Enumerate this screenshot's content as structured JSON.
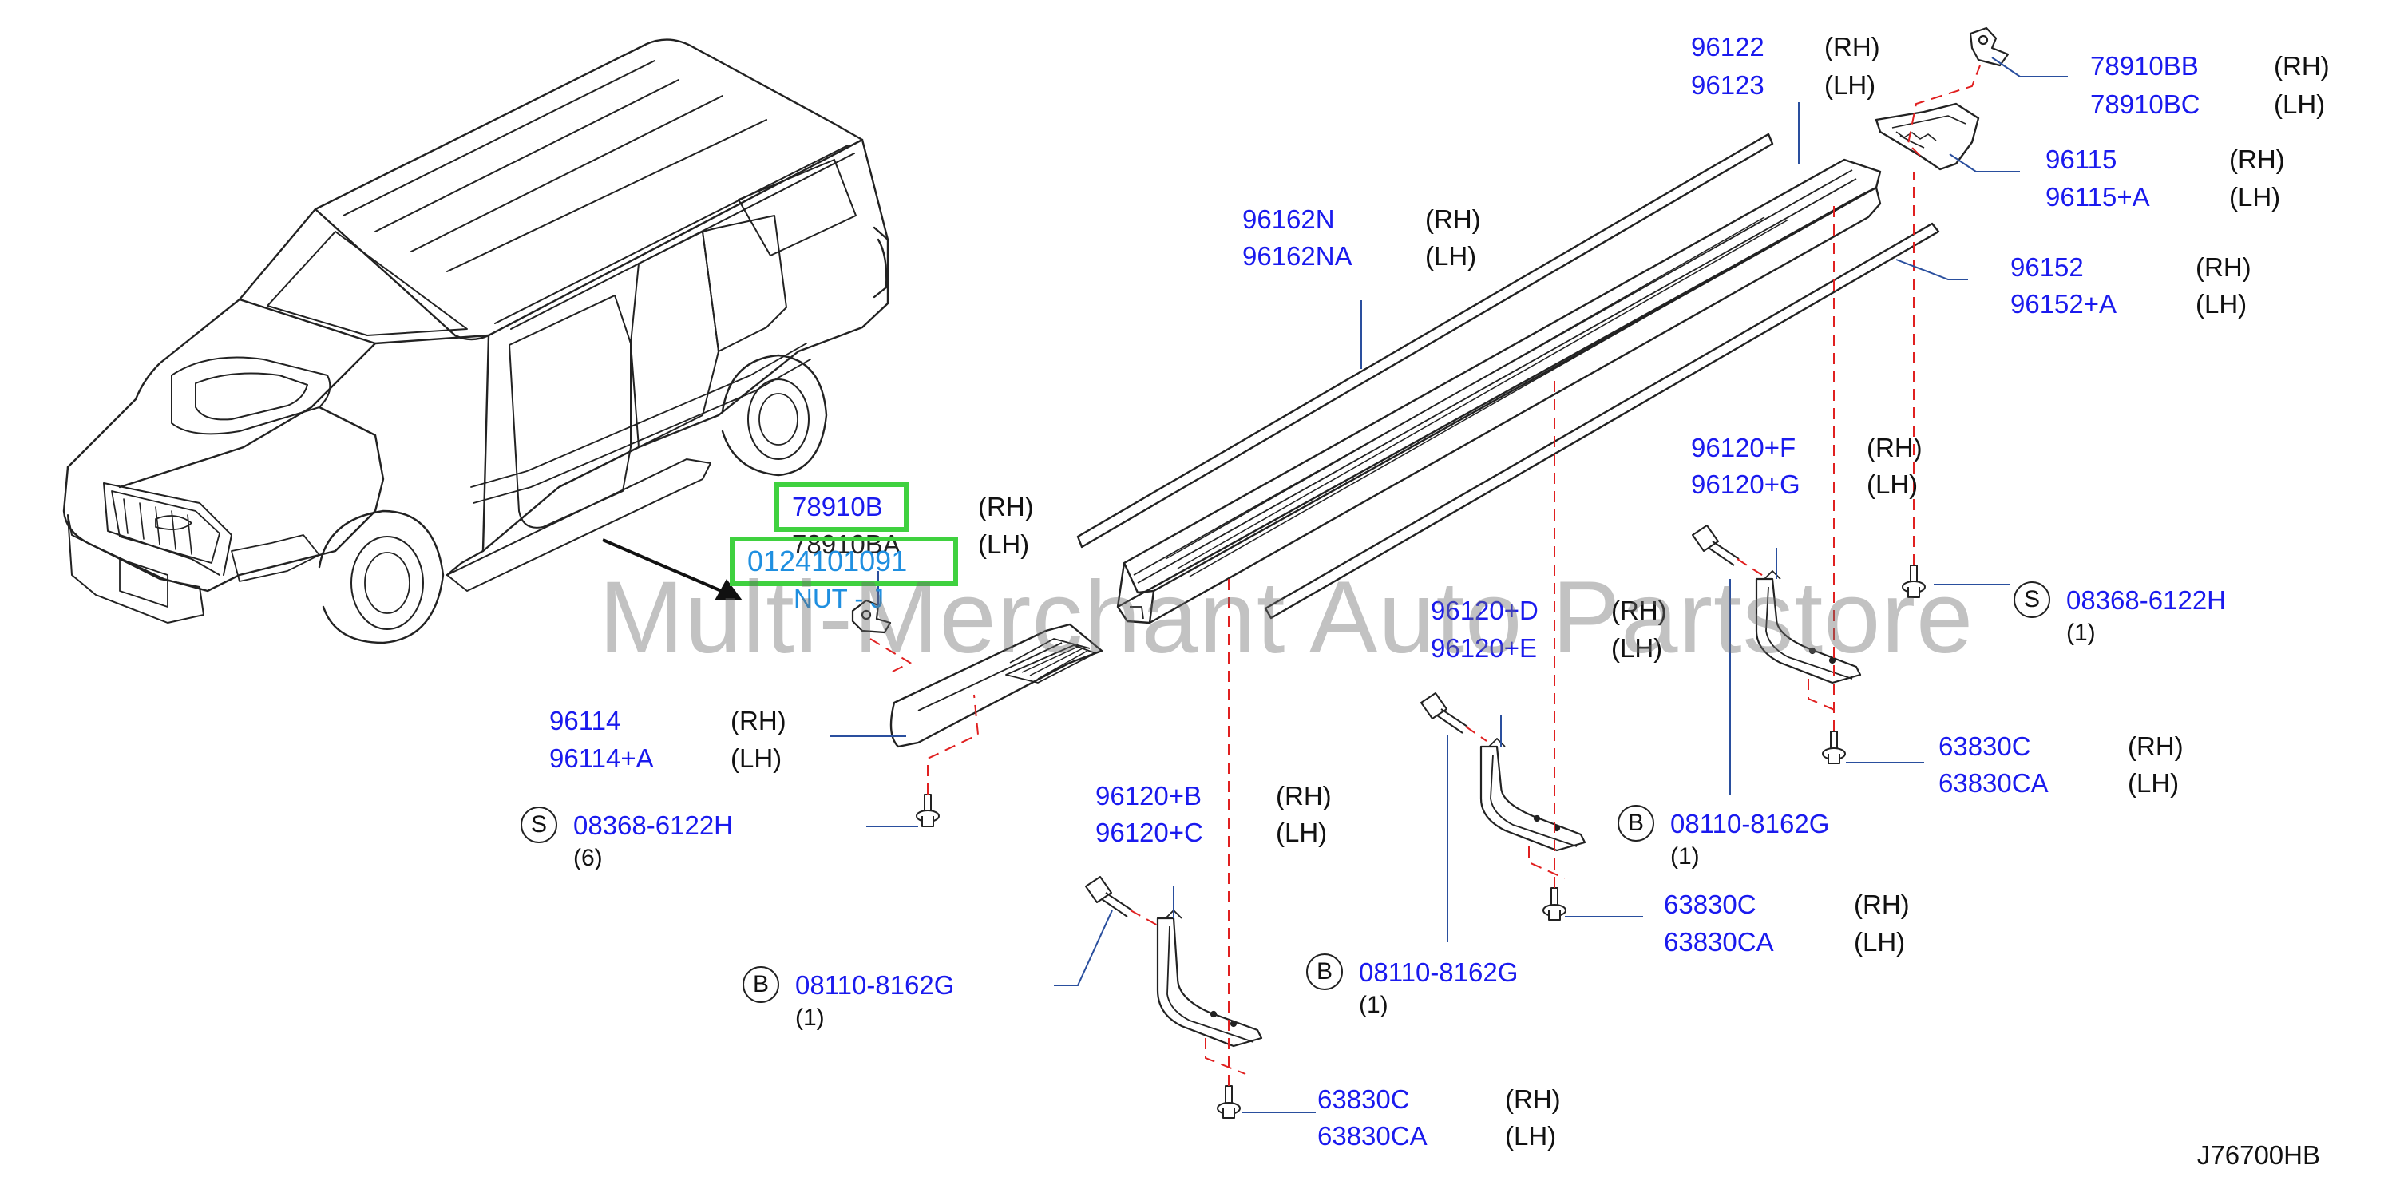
{
  "watermark": "Multi-Merchant Auto Partstore",
  "diagram_code": "J76700HB",
  "colors": {
    "part_number": "#1a1aee",
    "highlight": "#3fd13f",
    "dashed_leader": "#e02020"
  },
  "labels": {
    "p96122": {
      "numbers": [
        "96122",
        "96123"
      ],
      "sides": [
        "(RH)",
        "(LH)"
      ]
    },
    "p78910BB": {
      "numbers": [
        "78910BB",
        "78910BC"
      ],
      "sides": [
        "(RH)",
        "(LH)"
      ]
    },
    "p96115": {
      "numbers": [
        "96115",
        "96115+A"
      ],
      "sides": [
        "(RH)",
        "(LH)"
      ]
    },
    "p96162N": {
      "numbers": [
        "96162N",
        "96162NA"
      ],
      "sides": [
        "(RH)",
        "(LH)"
      ]
    },
    "p96152": {
      "numbers": [
        "96152",
        "96152+A"
      ],
      "sides": [
        "(RH)",
        "(LH)"
      ]
    },
    "p96120F": {
      "numbers": [
        "96120+F",
        "96120+G"
      ],
      "sides": [
        "(RH)",
        "(LH)"
      ]
    },
    "p78910B": {
      "numbers": [
        "78910B",
        "78910BA"
      ],
      "sides": [
        "(RH)",
        "(LH)"
      ]
    },
    "nut": {
      "number": "0124101091",
      "name": "NUT - J"
    },
    "p96120D": {
      "numbers": [
        "96120+D",
        "96120+E"
      ],
      "sides": [
        "(RH)",
        "(LH)"
      ]
    },
    "s_right": {
      "symbol": "S",
      "number": "08368-6122H",
      "qty": "(1)"
    },
    "p96114": {
      "numbers": [
        "96114",
        "96114+A"
      ],
      "sides": [
        "(RH)",
        "(LH)"
      ]
    },
    "p63830_r": {
      "numbers": [
        "63830C",
        "63830CA"
      ],
      "sides": [
        "(RH)",
        "(LH)"
      ]
    },
    "b_right": {
      "symbol": "B",
      "number": "08110-8162G",
      "qty": "(1)"
    },
    "s_left": {
      "symbol": "S",
      "number": "08368-6122H",
      "qty": "(6)"
    },
    "p96120B": {
      "numbers": [
        "96120+B",
        "96120+C"
      ],
      "sides": [
        "(RH)",
        "(LH)"
      ]
    },
    "p63830_m": {
      "numbers": [
        "63830C",
        "63830CA"
      ],
      "sides": [
        "(RH)",
        "(LH)"
      ]
    },
    "b_left": {
      "symbol": "B",
      "number": "08110-8162G",
      "qty": "(1)"
    },
    "b_mid": {
      "symbol": "B",
      "number": "08110-8162G",
      "qty": "(1)"
    },
    "p63830_b": {
      "numbers": [
        "63830C",
        "63830CA"
      ],
      "sides": [
        "(RH)",
        "(LH)"
      ]
    }
  }
}
